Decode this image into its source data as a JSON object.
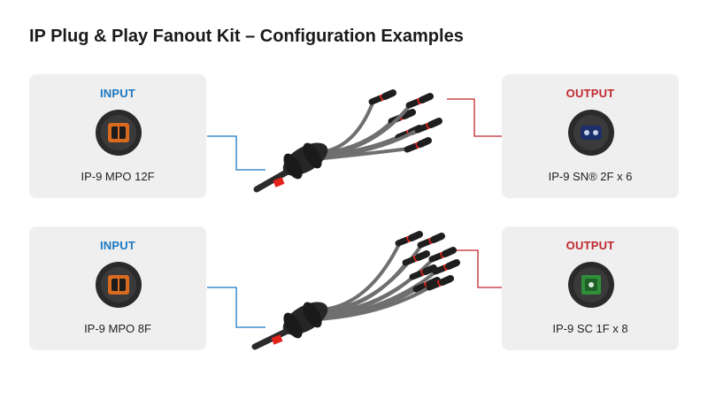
{
  "page": {
    "title": "IP Plug & Play Fanout Kit – Configuration Examples"
  },
  "colors": {
    "input": "#1a78c2",
    "output": "#c0262d",
    "card_bg": "#efefef",
    "cable": "#6f6f6f",
    "boot": "#e2231a"
  },
  "examples": [
    {
      "input": {
        "heading": "INPUT",
        "label": "IP-9 MPO 12F",
        "icon": "mpo-connector-icon"
      },
      "output": {
        "heading": "OUTPUT",
        "label": "IP-9 SN® 2F x 6",
        "icon": "sn-connector-icon"
      },
      "legs": 6
    },
    {
      "input": {
        "heading": "INPUT",
        "label": "IP-9 MPO 8F",
        "icon": "mpo-connector-icon"
      },
      "output": {
        "heading": "OUTPUT",
        "label": "IP-9 SC 1F x 8",
        "icon": "sc-connector-icon"
      },
      "legs": 8
    }
  ]
}
